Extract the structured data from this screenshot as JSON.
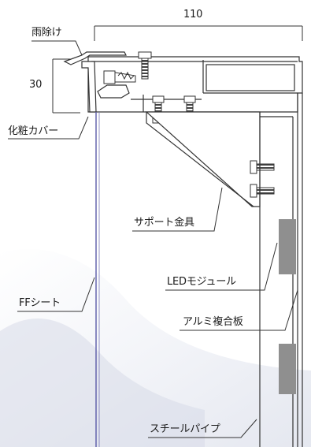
{
  "diagram": {
    "dimensions": {
      "width_value": "110",
      "height_value": "30"
    },
    "labels": {
      "rain_cover": "雨除け",
      "decorative_cover": "化粧カバー",
      "support_bracket": "サポート金具",
      "led_module": "LEDモジュール",
      "ff_sheet": "FFシート",
      "aluminum_composite": "アルミ複合板",
      "steel_pipe": "スチールパイプ"
    },
    "colors": {
      "line": "#333333",
      "ff_sheet": "#5a5aa8",
      "led_module": "#8f8f8f",
      "background_tint": "#dfe3ee",
      "screw": "#555555"
    }
  }
}
